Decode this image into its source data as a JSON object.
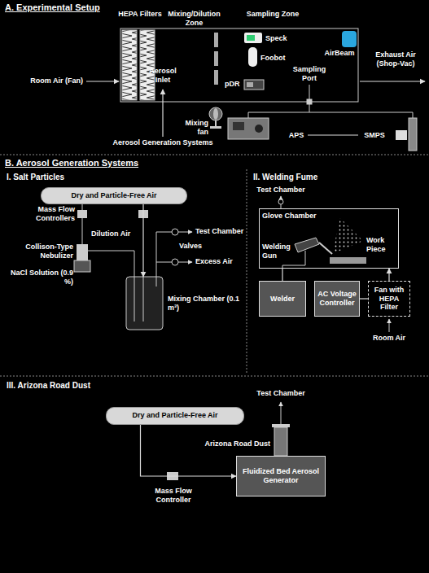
{
  "diagram": {
    "nodes": [
      {
        "text": [
          "HEPA Filters"
        ]
      },
      {
        "text": [
          "Mixing/Dilution Zone"
        ]
      },
      {
        "text": [
          "Sampling Zone"
        ]
      },
      {
        "text": [
          "Speck"
        ]
      },
      {
        "text": [
          "Foobot"
        ]
      },
      {
        "text": [
          "pDR"
        ]
      },
      {
        "text": [
          "AirBeam"
        ]
      },
      {
        "text": [
          "APS"
        ]
      },
      {
        "text": [
          "SMPS"
        ]
      },
      {
        "text": [
          "I. Salt Particles"
        ]
      },
      {
        "text": [
          "Dry and Particle-Free Air"
        ],
        "in": 9
      },
      {
        "text": [
          "Mixing Chamber (0.1 m³)"
        ],
        "in": 9
      },
      {
        "text": [
          "II. Welding Fume"
        ]
      },
      {
        "text": [
          "Glove Chamber"
        ],
        "in": 12
      },
      {
        "text": [
          "Welder"
        ],
        "in": 12
      },
      {
        "text": [
          "AC Voltage Controller"
        ],
        "in": 12
      },
      {
        "text": [
          "Fan with HEPA Filter"
        ],
        "in": 12
      },
      {
        "text": [
          "III. Arizona Road Dust"
        ]
      },
      {
        "text": [
          "Dry and Particle-Free Air"
        ],
        "in": 17
      },
      {
        "text": [
          "Fluidized Bed Aerosol Generator"
        ],
        "in": 17
      }
    ],
    "edges": [
      {
        "from": 7,
        "to": 8,
        "arrow": "none"
      },
      {
        "from": 10,
        "to": 11,
        "arrow": "to"
      },
      {
        "from": 14,
        "to": 13,
        "arrow": "none"
      },
      {
        "from": 15,
        "to": 16,
        "arrow": "none"
      },
      {
        "from": 16,
        "to": 13,
        "arrow": "to"
      },
      {
        "from": 18,
        "to": 19,
        "arrow": "to"
      }
    ],
    "labels": [
      "A. Experimental Setup",
      "Room Air (Fan)",
      "Aerosol Inlet",
      "Mixing fan",
      "Aerosol Generation Systems",
      "Sampling Port",
      "Exhaust Air (Shop-Vac)",
      "B. Aerosol Generation Systems",
      "Mass Flow Controllers",
      "Dilution Air",
      "Collison-Type Nebulizer",
      "NaCl Solution (0.9 %)",
      "Valves",
      "Test Chamber",
      "Excess Air",
      "Test Chamber",
      "Welding Gun",
      "Work Piece",
      "Room Air",
      "Test Chamber",
      "Arizona Road Dust",
      "Mass Flow Controller"
    ]
  }
}
